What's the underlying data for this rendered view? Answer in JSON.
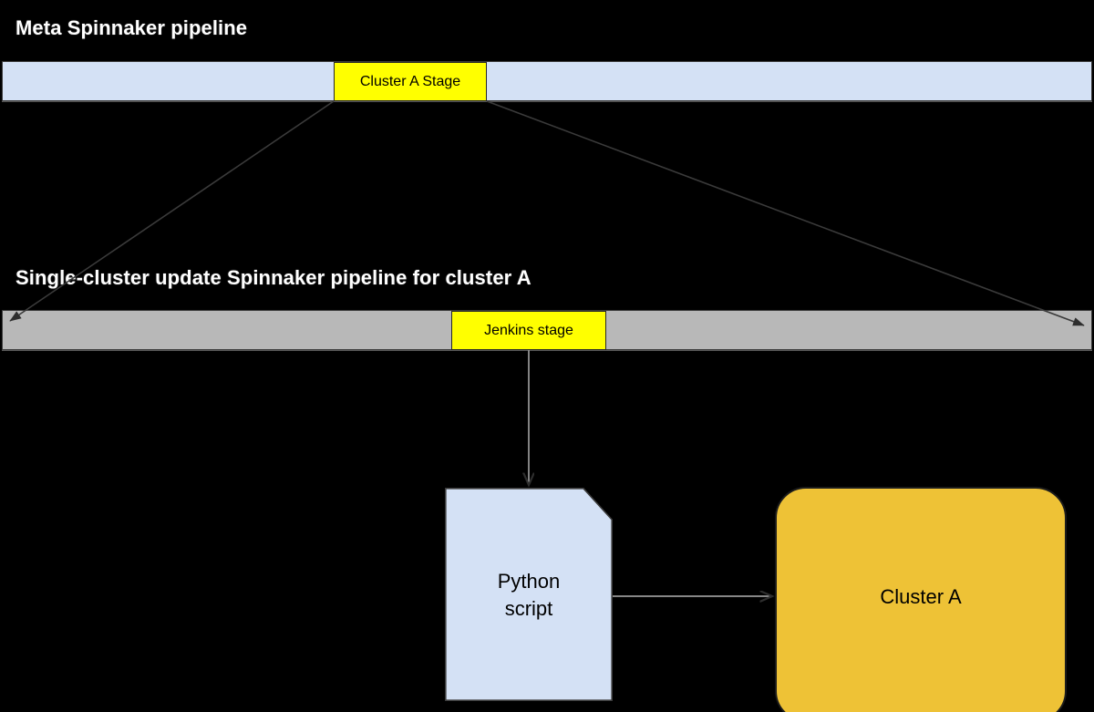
{
  "diagram": {
    "title": "Meta Spinnaker pipeline",
    "background_color": "#000000",
    "sections": [
      {
        "heading": "Meta Spinnaker pipeline",
        "bar": {
          "name": "meta-pipeline-bar",
          "fill": "#d4e1f5",
          "stroke": "#3a3a3a"
        },
        "stage": {
          "label": "Cluster A Stage",
          "fill": "#ffff00",
          "stroke": "#272727"
        }
      },
      {
        "heading": "Single-cluster update Spinnaker pipeline for cluster A",
        "bar": {
          "name": "single-cluster-pipeline-bar",
          "fill": "#b8b8b8",
          "stroke": "#3a3a3a"
        },
        "stage": {
          "label": "Jenkins stage",
          "fill": "#ffff00",
          "stroke": "#272727"
        }
      }
    ],
    "nodes": [
      {
        "name": "python-script",
        "label": "Python\nscript",
        "label_line1": "Python",
        "label_line2": "script",
        "shape": "document",
        "fill": "#d4e1f5",
        "stroke": "#3a3a3a"
      },
      {
        "name": "cluster-a",
        "label": "Cluster A",
        "shape": "rounded-rectangle",
        "fill": "#eec236",
        "stroke": "#1c1c1c"
      }
    ],
    "connectors": [
      {
        "name": "cluster-a-stage-to-pipeline-left",
        "from": "cluster-a-stage",
        "to": "single-cluster-pipeline-bar-left-edge",
        "style": "solid-arrow",
        "color": "#3a3a3a"
      },
      {
        "name": "cluster-a-stage-to-pipeline-right",
        "from": "cluster-a-stage",
        "to": "single-cluster-pipeline-bar-right-edge",
        "style": "solid-arrow",
        "color": "#3a3a3a"
      },
      {
        "name": "jenkins-stage-to-python-script",
        "from": "jenkins-stage",
        "to": "python-script",
        "style": "solid-arrow",
        "color": "#9a9a9a"
      },
      {
        "name": "python-script-to-cluster-a",
        "from": "python-script",
        "to": "cluster-a",
        "style": "solid-arrow",
        "color": "#9a9a9a"
      }
    ]
  }
}
